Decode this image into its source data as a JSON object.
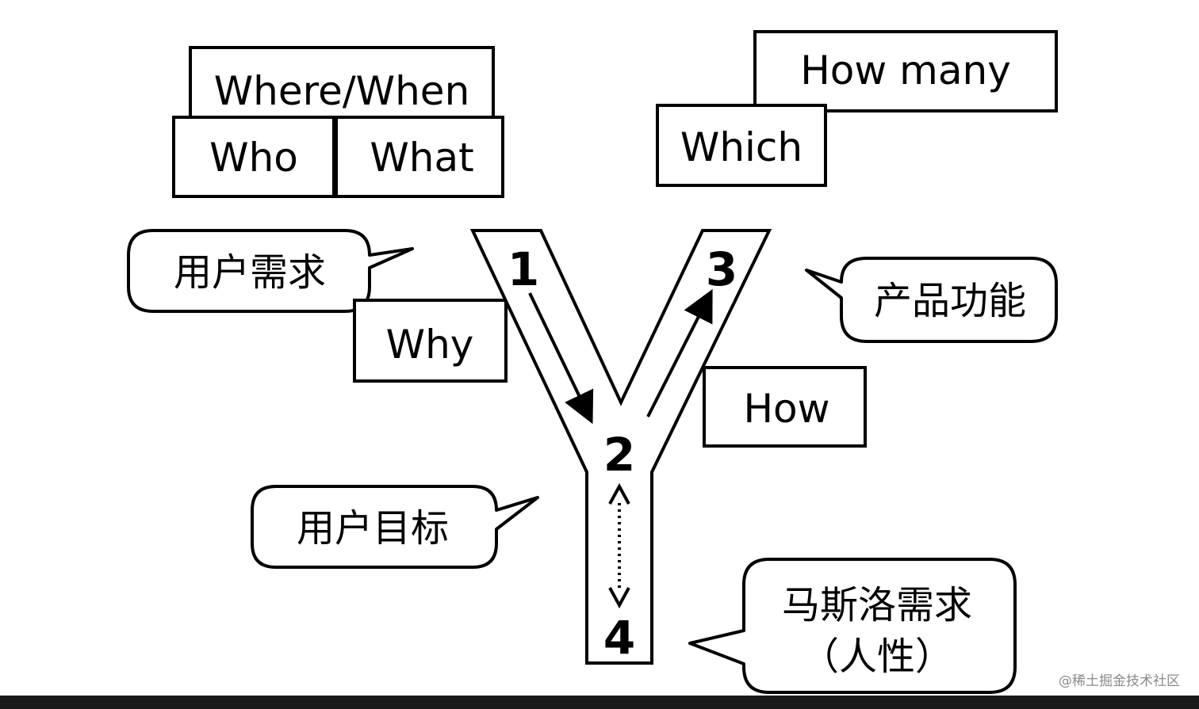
{
  "boxes": {
    "where_when": "Where/When",
    "who": "Who",
    "what": "What",
    "how_many": "How many",
    "which": "Which",
    "why": "Why",
    "how": "How"
  },
  "bubbles": {
    "user_needs": "用户需求",
    "product_features": "产品功能",
    "user_goals": "用户目标",
    "maslow_line1": "马斯洛需求",
    "maslow_line2": "（人性）"
  },
  "steps": {
    "one": "1",
    "two": "2",
    "three": "3",
    "four": "4"
  },
  "watermark": "@稀土掘金技术社区",
  "colors": {
    "stroke": "#000000",
    "background": "#ffffff",
    "watermark": "#8a8a8a",
    "bottom_bar": "#1a1a1a"
  }
}
